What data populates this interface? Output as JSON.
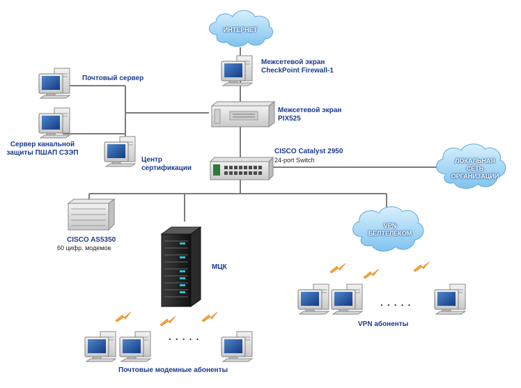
{
  "colors": {
    "label": "#1a3a8c",
    "line": "#707070",
    "cloud": "#a9d8f5",
    "lightning": "#f29a2e"
  },
  "clouds": {
    "internet": "ИНТЕРНЕТ",
    "lan_line1": "ЛОКАЛЬНАЯ",
    "lan_line2": "СЕТЬ",
    "lan_line3": "ОРГАНИЗАЦИИ",
    "vpn_line1": "VPN",
    "vpn_line2": "БЕЛТЕЛЕКОМ"
  },
  "labels": {
    "firewall1_line1": "Межсетевой экран",
    "firewall1_line2": "CheckPoint Firewall-1",
    "firewall2_line1": "Межсетевой экран",
    "firewall2_line2": "PIX525",
    "catalyst_line1": "CISCO Catalyst 2950",
    "catalyst_line2": "24-port Switch",
    "mail_server": "Почтовый сервер",
    "channel_server_line1": "Сервер канальной",
    "channel_server_line2": "защиты ПШАП СЗЭП",
    "cert_center_line1": "Центр",
    "cert_center_line2": "сертификации",
    "as5350_line1": "CISCO AS5350",
    "as5350_line2": "60 цифр. модемов",
    "mck": "МЦК",
    "vpn_subscribers": "VPN абоненты",
    "modem_subscribers": "Почтовые модемные абоненты",
    "dots": "....."
  }
}
